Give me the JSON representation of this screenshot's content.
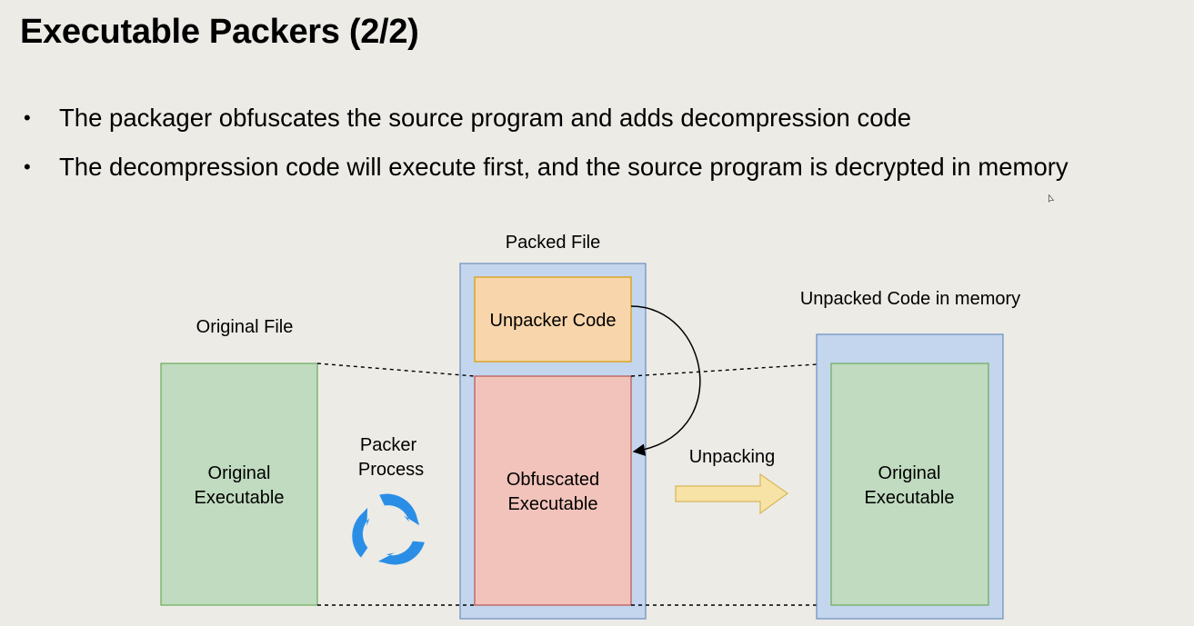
{
  "slide": {
    "title": "Executable Packers (2/2)",
    "bullets": [
      "The packager obfuscates the source program and adds decompression code",
      "The decompression code will execute first, and the source program is decrypted in memory"
    ]
  },
  "diagram": {
    "original_file": {
      "caption": "Original File",
      "box_lines": [
        "Original",
        "Executable"
      ]
    },
    "packer_process": {
      "lines": [
        "Packer",
        "Process"
      ],
      "icon": "recycle-arrows-icon"
    },
    "packed_file": {
      "caption": "Packed File",
      "unpacker_label": "Unpacker Code",
      "obfuscated_lines": [
        "Obfuscated",
        "Executable"
      ]
    },
    "unpacking": {
      "label": "Unpacking",
      "icon": "right-arrow-icon"
    },
    "unpacked_memory": {
      "caption": "Unpacked Code in memory",
      "box_lines": [
        "Original",
        "Executable"
      ]
    },
    "colors": {
      "green_fill": "#c0dbbf",
      "green_stroke": "#6aaa5a",
      "blue_fill": "#c4d6ee",
      "blue_stroke": "#6c8ebf",
      "orange_fill": "#f8d5ab",
      "orange_stroke": "#d79b00",
      "red_fill": "#f2c3bb",
      "red_stroke": "#b85450",
      "arrow_fill": "#f8e3a6",
      "arrow_stroke": "#d6b656",
      "cycle_blue": "#2a8ee6"
    }
  }
}
